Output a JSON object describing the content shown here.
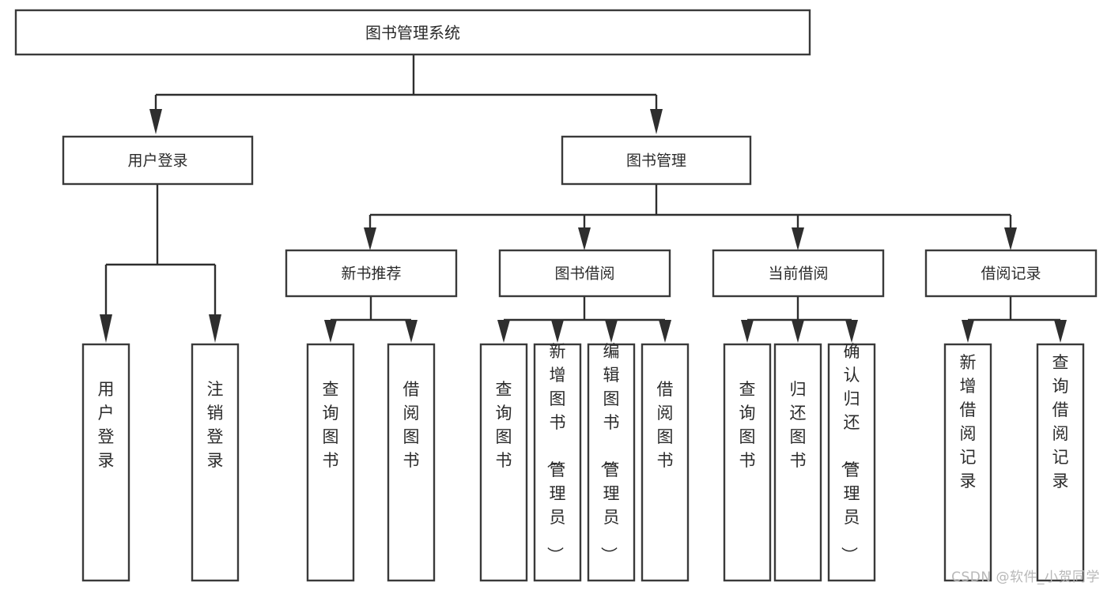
{
  "diagram": {
    "type": "tree",
    "title": "图书管理系统",
    "orientation": "top-down",
    "edge_style": "orthogonal-arrow",
    "colors": {
      "box_fill": "#ffffff",
      "box_stroke": "#3a3a3a",
      "connector": "#2e2e2e",
      "text": "#2b2b2b",
      "background": "#ffffff",
      "watermark": "#b8b8b8"
    },
    "root": {
      "label": "图书管理系统"
    },
    "level2": [
      {
        "label": "用户登录"
      },
      {
        "label": "图书管理"
      }
    ],
    "level3": [
      {
        "label": "新书推荐"
      },
      {
        "label": "图书借阅"
      },
      {
        "label": "当前借阅"
      },
      {
        "label": "借阅记录"
      }
    ],
    "leaves": {
      "user_login": [
        {
          "label": "用户登录"
        },
        {
          "label": "注销登录"
        }
      ],
      "new_book_recommend": [
        {
          "label": "查询图书"
        },
        {
          "label": "借阅图书"
        }
      ],
      "book_borrow": [
        {
          "label": "查询图书"
        },
        {
          "label": "新增图书（管理员）"
        },
        {
          "label": "编辑图书（管理员）"
        },
        {
          "label": "借阅图书"
        }
      ],
      "current_borrow": [
        {
          "label": "查询图书"
        },
        {
          "label": "归还图书"
        },
        {
          "label": "确认归还（管理员）"
        }
      ],
      "borrow_record": [
        {
          "label": "新增借阅记录"
        },
        {
          "label": "查询借阅记录"
        }
      ]
    }
  },
  "watermark": {
    "text": "CSDN @软件_小贺同学"
  }
}
